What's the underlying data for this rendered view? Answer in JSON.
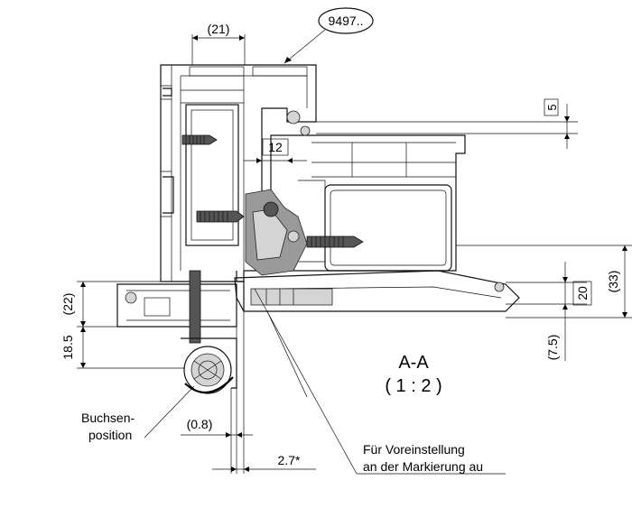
{
  "callout": {
    "part_number": "9497.."
  },
  "section": {
    "name": "A-A",
    "scale": "( 1 : 2 )"
  },
  "dimensions": {
    "top_width": "(21)",
    "gap_top": "5",
    "seal_width": "12",
    "height_total": "(33)",
    "height_20": "20",
    "height_lower": "(7.5)",
    "left_height": "(22)",
    "left_18": "18.5",
    "offset_small": "(0.8)",
    "offset_star": "2.7*"
  },
  "labels": {
    "bushing_line1": "Buchsen-",
    "bushing_line2": "position",
    "preset_line1": "Für Voreinstellung",
    "preset_line2": "an der Markierung au"
  }
}
